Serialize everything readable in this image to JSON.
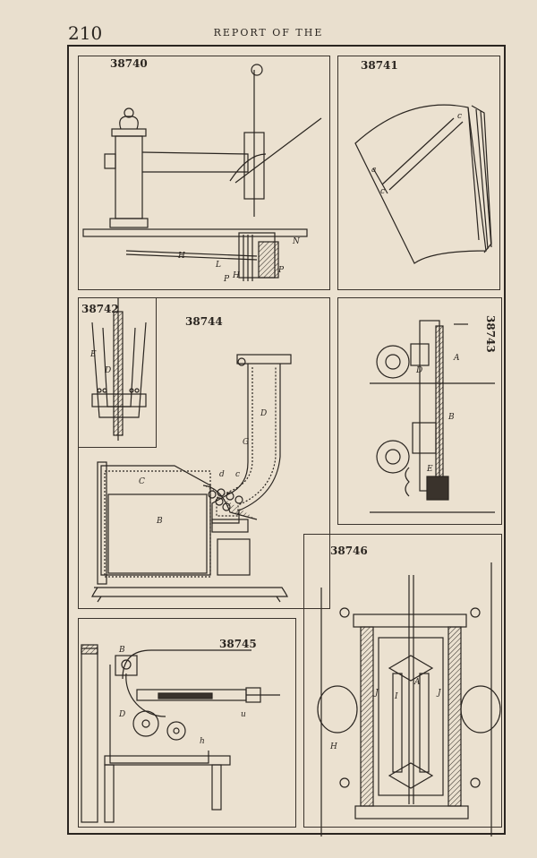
{
  "header": {
    "page_number": "210",
    "running_head": "REPORT OF THE"
  },
  "figures": [
    {
      "number": "38740",
      "letters": [
        "N",
        "H",
        "L",
        "P",
        "H",
        "P"
      ]
    },
    {
      "number": "38741",
      "letters": [
        "a",
        "c",
        "c"
      ]
    },
    {
      "number": "38742",
      "letters": [
        "E",
        "D"
      ]
    },
    {
      "number": "38743",
      "letters": [
        "A",
        "D",
        "B",
        "E"
      ]
    },
    {
      "number": "38744",
      "letters": [
        "D",
        "G",
        "C",
        "d",
        "c",
        "B"
      ]
    },
    {
      "number": "38745",
      "letters": [
        "B",
        "D",
        "h",
        "u"
      ]
    },
    {
      "number": "38746",
      "letters": [
        "A",
        "J",
        "J",
        "I",
        "H"
      ]
    }
  ]
}
